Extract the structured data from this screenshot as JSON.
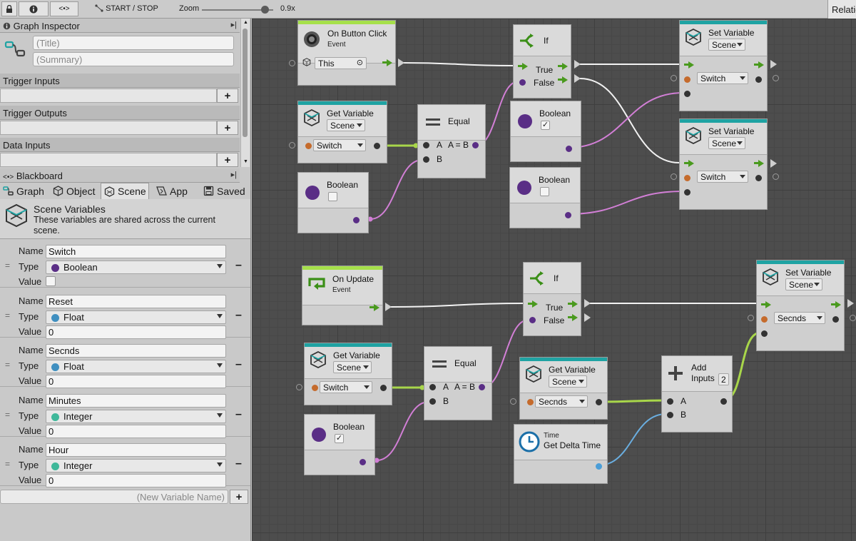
{
  "toolbar": {
    "lock_icon": "lock-icon",
    "info_icon": "info-icon",
    "code_icon": "code-icon",
    "start_stop": "START / STOP",
    "zoom_label": "Zoom",
    "zoom_value": "0.9x",
    "zoom_level": 0.9,
    "right_tab": "Relations"
  },
  "inspector": {
    "header": "Graph Inspector",
    "title_placeholder": "(Title)",
    "summary_placeholder": "(Summary)",
    "trigger_inputs": "Trigger Inputs",
    "trigger_outputs": "Trigger Outputs",
    "data_inputs": "Data Inputs",
    "plus": "+"
  },
  "blackboard": {
    "header": "Blackboard",
    "tabs": [
      {
        "label": "Graph",
        "icon": "graph-icon"
      },
      {
        "label": "Object",
        "icon": "object-icon"
      },
      {
        "label": "Scene",
        "icon": "scene-icon"
      },
      {
        "label": "App",
        "icon": "app-icon"
      },
      {
        "label": "Saved",
        "icon": "saved-icon"
      }
    ],
    "active_tab": "Scene",
    "scene_title": "Scene Variables",
    "scene_desc": "These variables are shared across the current scene.",
    "labels": {
      "name": "Name",
      "type": "Type",
      "value": "Value"
    },
    "variables": [
      {
        "name": "Switch",
        "type": "Boolean",
        "type_color": "#5a2e86",
        "value": ""
      },
      {
        "name": "Reset",
        "type": "Float",
        "type_color": "#3f8fc0",
        "value": "0"
      },
      {
        "name": "Secnds",
        "type": "Float",
        "type_color": "#3f8fc0",
        "value": "0"
      },
      {
        "name": "Minutes",
        "type": "Integer",
        "type_color": "#3fb89a",
        "value": "0"
      },
      {
        "name": "Hour",
        "type": "Integer",
        "type_color": "#3fb89a",
        "value": "0"
      }
    ],
    "new_var_placeholder": "(New Variable Name)",
    "minus": "–",
    "grip": "="
  },
  "graph": {
    "nodes": {
      "on_button_click": {
        "title": "On Button Click",
        "subtitle": "Event",
        "target": "This"
      },
      "if_1": {
        "title": "If",
        "true_label": "True",
        "false_label": "False"
      },
      "set_var_1": {
        "title": "Set Variable",
        "scope": "Scene",
        "var": "Switch"
      },
      "set_var_2": {
        "title": "Set Variable",
        "scope": "Scene",
        "var": "Switch"
      },
      "get_var_1": {
        "title": "Get Variable",
        "scope": "Scene",
        "var": "Switch"
      },
      "equal_1": {
        "title": "Equal",
        "a_label": "A",
        "formula": "A = B",
        "b_label": "B"
      },
      "bool_true_1": {
        "title": "Boolean",
        "checked": true
      },
      "bool_false_1": {
        "title": "Boolean",
        "checked": false
      },
      "bool_false_2": {
        "title": "Boolean",
        "checked": false
      },
      "on_update": {
        "title": "On Update",
        "subtitle": "Event"
      },
      "if_2": {
        "title": "If",
        "true_label": "True",
        "false_label": "False"
      },
      "set_var_3": {
        "title": "Set Variable",
        "scope": "Scene",
        "var": "Secnds"
      },
      "get_var_2": {
        "title": "Get Variable",
        "scope": "Scene",
        "var": "Switch"
      },
      "equal_2": {
        "title": "Equal",
        "a_label": "A",
        "formula": "A = B",
        "b_label": "B"
      },
      "bool_true_2": {
        "title": "Boolean",
        "checked": true
      },
      "get_var_3": {
        "title": "Get Variable",
        "scope": "Scene",
        "var": "Secnds"
      },
      "add": {
        "title": "Add",
        "subtitle": "Inputs",
        "count": "2",
        "a_label": "A",
        "b_label": "B"
      },
      "delta_time": {
        "title": "Get Delta Time",
        "subtitle": "Time"
      }
    },
    "colors": {
      "flow": "#4a9a1e",
      "bool": "#d27fd6",
      "float": "#6aaee0",
      "generic": "#a8d64a",
      "event_stripe": "#a6e04a",
      "var_stripe": "#1fa3a3"
    },
    "check_mark": "✓"
  }
}
